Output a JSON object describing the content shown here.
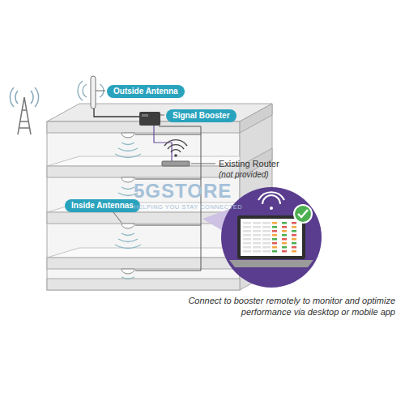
{
  "diagram": {
    "caption": "Connect to booster remotely to monitor and optimize performance via desktop or mobile app",
    "nodes": [
      {
        "text": [
          "Outside Antenna"
        ]
      },
      {
        "text": [
          "Signal Booster"
        ]
      },
      {
        "text": [
          "Inside Antennas"
        ]
      }
    ],
    "labels": [
      "Existing Router",
      "(not provided)",
      "5GSTORE",
      "HELPING YOU STAY CONNECTED"
    ]
  }
}
